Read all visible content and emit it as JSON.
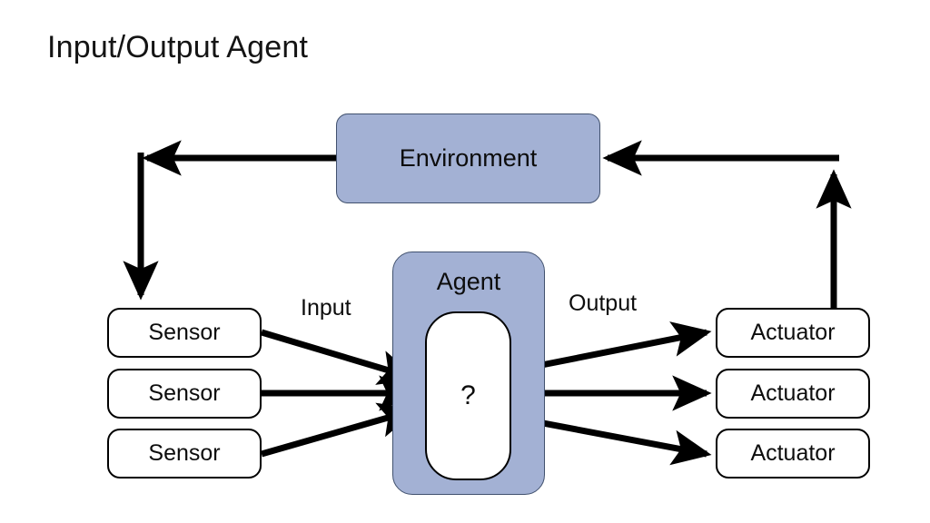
{
  "title": "Input/Output Agent",
  "colors": {
    "accent_fill": "#A3B1D4",
    "accent_border": "#41516E",
    "node_fill": "#FFFFFF",
    "node_border": "#000000",
    "arrow": "#000000",
    "text": "#0D0D0D",
    "background": "#FFFFFF"
  },
  "diagram": {
    "type": "block-flow-diagram",
    "environment": {
      "label": "Environment"
    },
    "agent": {
      "label": "Agent",
      "inner_label": "?"
    },
    "flow_labels": {
      "input": "Input",
      "output": "Output"
    },
    "sensors": [
      {
        "label": "Sensor"
      },
      {
        "label": "Sensor"
      },
      {
        "label": "Sensor"
      }
    ],
    "actuators": [
      {
        "label": "Actuator"
      },
      {
        "label": "Actuator"
      },
      {
        "label": "Actuator"
      }
    ],
    "connections": [
      {
        "from": "environment",
        "to": "sensor-0",
        "kind": "feedback-left"
      },
      {
        "from": "sensor-0",
        "to": "agent",
        "kind": "input"
      },
      {
        "from": "sensor-1",
        "to": "agent",
        "kind": "input"
      },
      {
        "from": "sensor-2",
        "to": "agent",
        "kind": "input"
      },
      {
        "from": "agent",
        "to": "actuator-0",
        "kind": "output"
      },
      {
        "from": "agent",
        "to": "actuator-1",
        "kind": "output"
      },
      {
        "from": "agent",
        "to": "actuator-2",
        "kind": "output"
      },
      {
        "from": "actuator-0",
        "to": "environment",
        "kind": "feedback-right"
      }
    ]
  }
}
